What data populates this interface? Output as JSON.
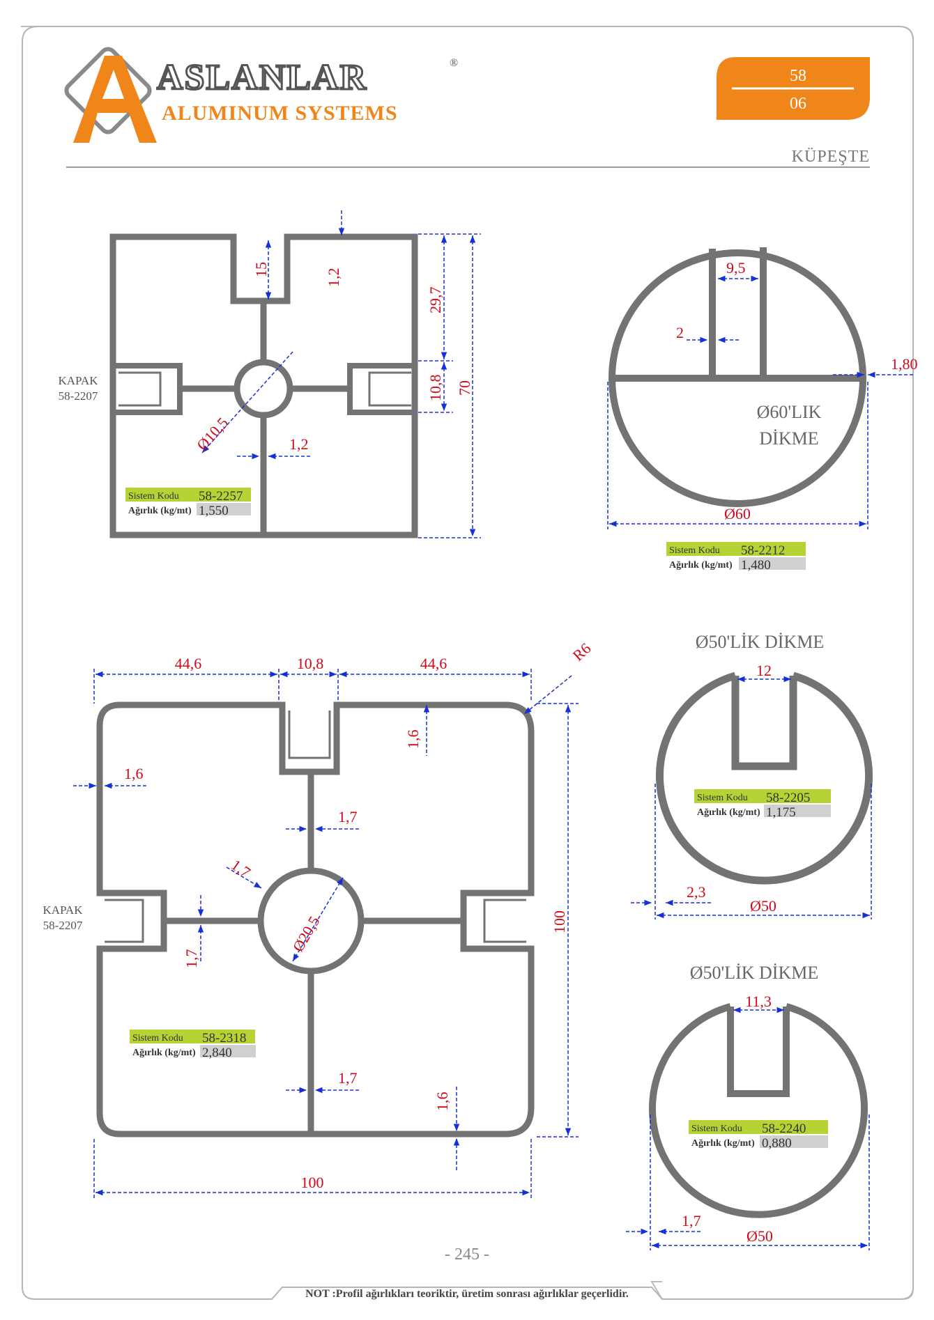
{
  "brand": {
    "name": "ASLANLAR",
    "registered": "®",
    "subtitle": "ALUMINUM SYSTEMS",
    "colors": {
      "orange": "#f08519",
      "gray": "#7a7a7a",
      "profile": "#737373",
      "dim_blue": "#1530d6",
      "dim_red": "#d0081a",
      "lime": "#b5d334",
      "code_gray": "#d0d0d0"
    }
  },
  "header": {
    "badge_top": "58",
    "badge_bottom": "06",
    "section_title": "KÜPEŞTE"
  },
  "profile_1": {
    "cover_label_1": "KAPAK",
    "cover_label_2": "58-2207",
    "dims": {
      "slot": "15",
      "wall": "1,2",
      "d1": "29,7",
      "d2": "10,8",
      "total": "70",
      "hole": "Ø10,5",
      "wall2": "1,2"
    },
    "system_label": "Sistem Kodu",
    "system_code": "58-2257",
    "weight_label": "Ağırlık (kg/mt)",
    "weight": "1,550"
  },
  "profile_2": {
    "dims": {
      "slot": "9,5",
      "wall": "2",
      "edge": "1,80",
      "diameter": "Ø60"
    },
    "title_1": "Ø60'LIK",
    "title_2": "DİKME",
    "system_label": "Sistem Kodu",
    "system_code": "58-2212",
    "weight_label": "Ağırlık (kg/mt)",
    "weight": "1,480"
  },
  "profile_3": {
    "cover_label_1": "KAPAK",
    "cover_label_2": "58-2207",
    "dims": {
      "w1": "44,6",
      "w2": "10,8",
      "w3": "44,6",
      "radius": "R6",
      "top_wall": "1,6",
      "left_wall": "1,6",
      "inner_1": "1,7",
      "ring": "1,7",
      "hole": "Ø20,5",
      "side": "1,7",
      "total_h": "100",
      "inner_2": "1,7",
      "bottom_wall": "1,6",
      "total_w": "100"
    },
    "system_label": "Sistem Kodu",
    "system_code": "58-2318",
    "weight_label": "Ağırlık (kg/mt)",
    "weight": "2,840"
  },
  "profile_4": {
    "title": "Ø50'LİK DİKME",
    "dims": {
      "slot": "12",
      "wall": "2,3",
      "diameter": "Ø50"
    },
    "system_label": "Sistem Kodu",
    "system_code": "58-2205",
    "weight_label": "Ağırlık (kg/mt)",
    "weight": "1,175"
  },
  "profile_5": {
    "title": "Ø50'LİK DİKME",
    "dims": {
      "slot": "11,3",
      "wall": "1,7",
      "diameter": "Ø50"
    },
    "system_label": "Sistem Kodu",
    "system_code": "58-2240",
    "weight_label": "Ağırlık (kg/mt)",
    "weight": "0,880"
  },
  "footer": {
    "page": "- 245 -",
    "note": "NOT :Profil ağırlıkları teoriktir, üretim sonrası ağırlıklar geçerlidir."
  }
}
